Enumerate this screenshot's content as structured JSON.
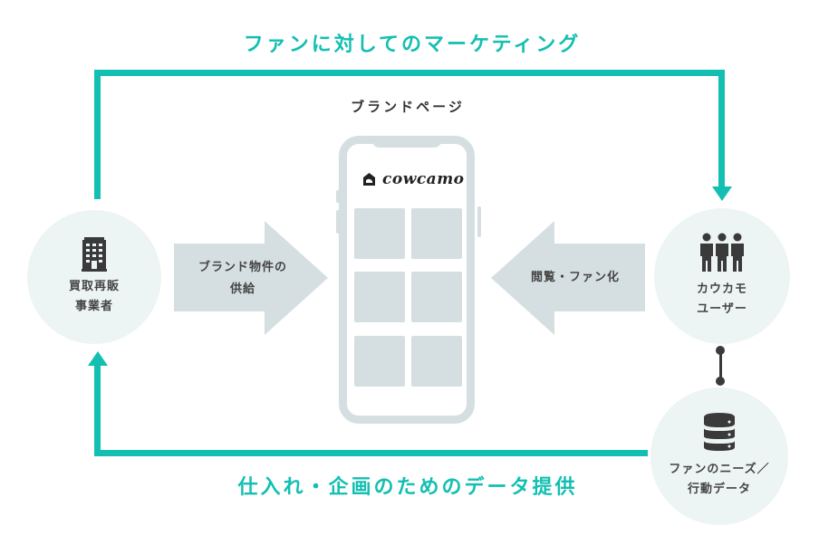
{
  "diagram": {
    "top_flow_label": "ファンに対してのマーケティング",
    "bottom_flow_label": "仕入れ・企画のためのデータ提供",
    "center": {
      "title": "ブランドページ",
      "app_logo_text": "cowcamo",
      "app_logo_icon": "house-icon",
      "tile_count": 6
    },
    "left_node": {
      "icon": "building-icon",
      "label": "買取再販\n事業者"
    },
    "right_top_node": {
      "icon": "users-icon",
      "label": "カウカモ\nユーザー"
    },
    "right_bottom_node": {
      "icon": "database-icon",
      "label": "ファンのニーズ／\n行動データ"
    },
    "left_arrow": {
      "direction": "right",
      "label": "ブランド物件の\n供給"
    },
    "right_arrow": {
      "direction": "left",
      "label": "閲覧・ファン化"
    },
    "colors": {
      "accent_teal": "#13bfb2",
      "arrow_gray": "#d5dfe1",
      "circle_bg": "#edf4f4",
      "icon_dark": "#3a3a3a"
    }
  }
}
